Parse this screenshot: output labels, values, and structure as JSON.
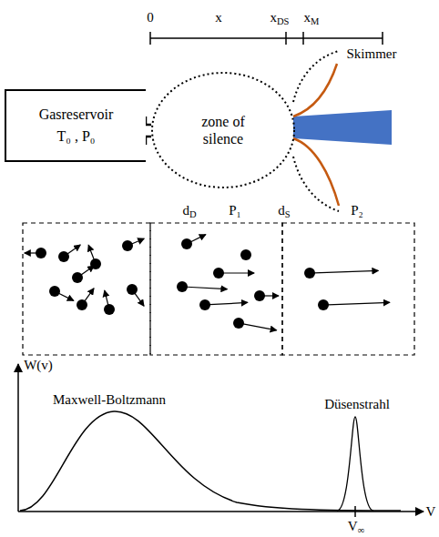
{
  "diagram": {
    "nodes": [
      {
        "text": [
          "Gasreservoir",
          "T₀ , P₀"
        ]
      },
      {
        "text": [
          "zone of silence"
        ]
      }
    ],
    "labels": [
      "0",
      "x",
      "xDS",
      "xM",
      "Skimmer",
      "dD",
      "P₁",
      "dS",
      "P₂",
      "W(v)",
      "Maxwell-Boltzmann",
      "Düsenstrahl",
      "V",
      "V∞"
    ]
  }
}
